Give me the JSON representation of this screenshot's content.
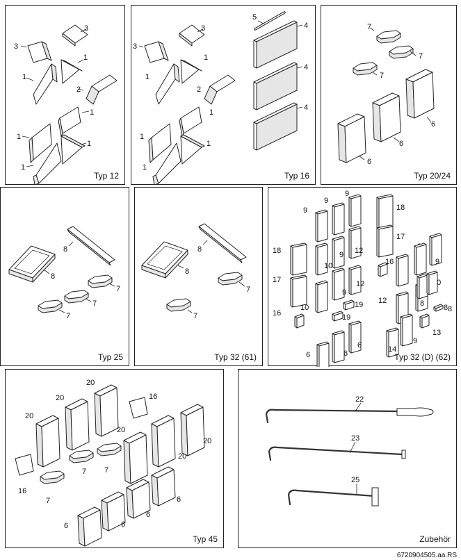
{
  "panels": [
    {
      "id": "typ12",
      "title": "Typ 12",
      "parts": [
        {
          "kind": "bar",
          "label": "3"
        },
        {
          "kind": "slab",
          "label": "3"
        },
        {
          "kind": "tri",
          "label": "1"
        },
        {
          "kind": "tri",
          "label": "1"
        },
        {
          "kind": "bar",
          "label": "2"
        },
        {
          "kind": "tri",
          "label": "1"
        },
        {
          "kind": "tri",
          "label": "1"
        },
        {
          "kind": "tri",
          "label": "1"
        },
        {
          "kind": "tri",
          "label": "1"
        }
      ]
    },
    {
      "id": "typ16",
      "title": "Typ 16",
      "parts": [
        {
          "kind": "bar",
          "label": "3"
        },
        {
          "kind": "slab",
          "label": "3"
        },
        {
          "kind": "tri",
          "label": "1"
        },
        {
          "kind": "tri",
          "label": "1"
        },
        {
          "kind": "bar",
          "label": "2"
        },
        {
          "kind": "tri",
          "label": "1"
        },
        {
          "kind": "tri",
          "label": "1"
        },
        {
          "kind": "tri",
          "label": "1"
        },
        {
          "kind": "tri",
          "label": "1"
        },
        {
          "kind": "rod",
          "label": "5"
        },
        {
          "kind": "panel",
          "label": "4"
        },
        {
          "kind": "panel",
          "label": "4"
        },
        {
          "kind": "panel",
          "label": "4"
        }
      ]
    },
    {
      "id": "typ2024",
      "title": "Typ 20/24",
      "parts": [
        {
          "kind": "hex",
          "label": "7"
        },
        {
          "kind": "hex",
          "label": "7"
        },
        {
          "kind": "hex",
          "label": "7"
        },
        {
          "kind": "brick",
          "label": "6"
        },
        {
          "kind": "brick",
          "label": "6"
        },
        {
          "kind": "brick",
          "label": "6"
        }
      ]
    },
    {
      "id": "typ25",
      "title": "Typ 25",
      "parts": [
        {
          "kind": "plate",
          "label": "8"
        },
        {
          "kind": "long",
          "label": "8"
        },
        {
          "kind": "hex",
          "label": "7"
        },
        {
          "kind": "hex",
          "label": "7"
        },
        {
          "kind": "hex",
          "label": "7"
        }
      ]
    },
    {
      "id": "typ32",
      "title": "Typ 32 (61)",
      "parts": [
        {
          "kind": "plate",
          "label": "8"
        },
        {
          "kind": "long",
          "label": "8"
        },
        {
          "kind": "hex",
          "label": "7"
        },
        {
          "kind": "hex",
          "label": "7"
        }
      ]
    },
    {
      "id": "typ32d",
      "title": "Typ 32 (D) (62)",
      "parts": [
        {
          "kind": "tile",
          "label": "9"
        },
        {
          "kind": "tile",
          "label": "9"
        },
        {
          "kind": "tile",
          "label": "9"
        },
        {
          "kind": "tile",
          "label": "18"
        },
        {
          "kind": "tile",
          "label": "17"
        },
        {
          "kind": "tile",
          "label": "18"
        },
        {
          "kind": "tile",
          "label": "17"
        },
        {
          "kind": "tile",
          "label": "10"
        },
        {
          "kind": "tile",
          "label": "9"
        },
        {
          "kind": "tile",
          "label": "12"
        },
        {
          "kind": "tile",
          "label": "16"
        },
        {
          "kind": "tile",
          "label": "16"
        },
        {
          "kind": "tile",
          "label": "12"
        },
        {
          "kind": "tile",
          "label": "9"
        },
        {
          "kind": "tile",
          "label": "10"
        },
        {
          "kind": "tile",
          "label": "19"
        },
        {
          "kind": "tile",
          "label": "19"
        },
        {
          "kind": "tile",
          "label": "9"
        },
        {
          "kind": "tile",
          "label": "9"
        },
        {
          "kind": "tile",
          "label": "9"
        },
        {
          "kind": "tile",
          "label": "10"
        },
        {
          "kind": "tile",
          "label": "12"
        },
        {
          "kind": "tile",
          "label": "8"
        },
        {
          "kind": "tile",
          "label": "8"
        },
        {
          "kind": "tile",
          "label": "8"
        },
        {
          "kind": "tile",
          "label": "13"
        },
        {
          "kind": "tile",
          "label": "9"
        },
        {
          "kind": "tile",
          "label": "14"
        },
        {
          "kind": "tile",
          "label": "6"
        },
        {
          "kind": "tile",
          "label": "6"
        },
        {
          "kind": "tile",
          "label": "6"
        }
      ]
    },
    {
      "id": "typ45",
      "title": "Typ 45",
      "parts": [
        {
          "kind": "brick",
          "label": "20"
        },
        {
          "kind": "brick",
          "label": "20"
        },
        {
          "kind": "brick",
          "label": "20"
        },
        {
          "kind": "wedge",
          "label": "16"
        },
        {
          "kind": "brick",
          "label": "20"
        },
        {
          "kind": "brick",
          "label": "20"
        },
        {
          "kind": "brick",
          "label": "20"
        },
        {
          "kind": "wedge",
          "label": "16"
        },
        {
          "kind": "hex",
          "label": "7"
        },
        {
          "kind": "hex",
          "label": "7"
        },
        {
          "kind": "hex",
          "label": "7"
        },
        {
          "kind": "brick",
          "label": "6"
        },
        {
          "kind": "brick",
          "label": "6"
        },
        {
          "kind": "brick",
          "label": "6"
        },
        {
          "kind": "brick",
          "label": "6"
        },
        {
          "kind": "brick",
          "label": "6"
        }
      ]
    },
    {
      "id": "zubehoer",
      "title": "Zubehör",
      "parts": [
        {
          "kind": "poker-handle",
          "label": "22"
        },
        {
          "kind": "poker-knob",
          "label": "23"
        },
        {
          "kind": "poker-scraper",
          "label": "25"
        }
      ]
    }
  ],
  "footer": "6720904505.aa.RS"
}
